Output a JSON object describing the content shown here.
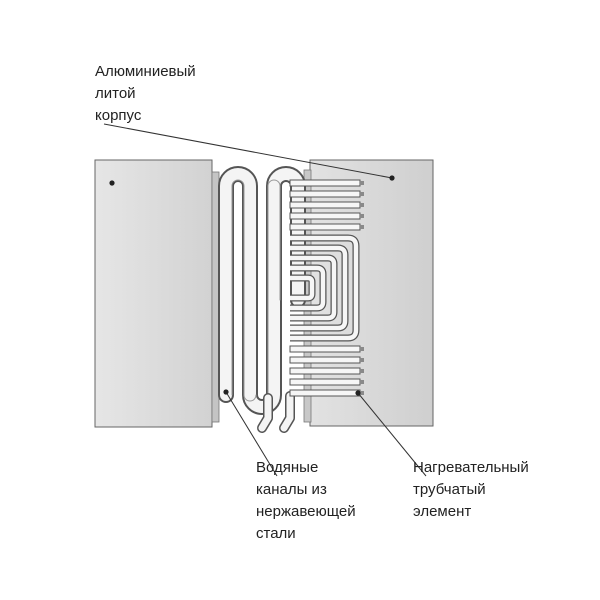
{
  "labels": {
    "housing": [
      "Алюминиевый",
      "литой",
      "корпус"
    ],
    "channels": [
      "Водяные",
      "каналы из",
      "нержавеющей",
      "стали"
    ],
    "element": [
      "Нагревательный",
      "трубчатый",
      "элемент"
    ]
  },
  "colors": {
    "block_fill": "#dcdcdc",
    "block_fill_light": "#ededed",
    "outline": "#555555",
    "leader": "#333333",
    "shadow": "#9a9a9a",
    "text": "#222222"
  }
}
